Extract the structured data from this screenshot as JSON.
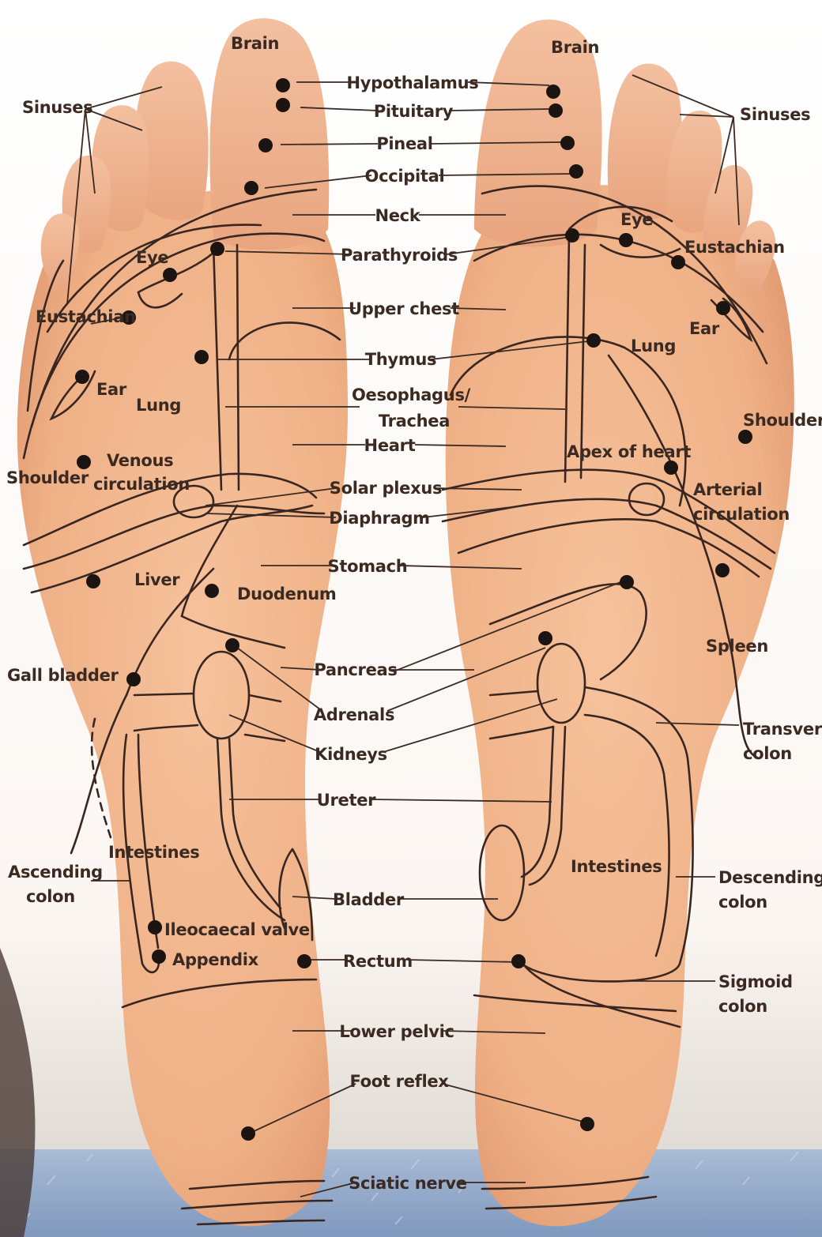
{
  "colors": {
    "skin": "#f2b48c",
    "skin_shadow": "#d98e66",
    "background": "#ffffff",
    "carpet": "#8ea7c8",
    "ink": "#3a2a22",
    "dot": "#1c1410"
  },
  "labels": {
    "brain_left": "Brain",
    "brain_right": "Brain",
    "sinuses_left": "Sinuses",
    "sinuses_right": "Sinuses",
    "hypothalamus": "Hypothalamus",
    "pituitary": "Pituitary",
    "pineal": "Pineal",
    "occipital": "Occipital",
    "neck": "Neck",
    "parathyroids": "Parathyroids",
    "eye_left": "Eye",
    "eye_right": "Eye",
    "eustachian_left": "Eustachian",
    "eustachian_right": "Eustachian",
    "ear_left": "Ear",
    "ear_right": "Ear",
    "upper_chest": "Upper chest",
    "lung_left": "Lung",
    "lung_right": "Lung",
    "thymus": "Thymus",
    "oesophagus_1": "Oesophagus/",
    "oesophagus_2": "Trachea",
    "heart": "Heart",
    "shoulder_left": "Shoulder",
    "shoulder_right": "Shoulder",
    "venous_1": "Venous",
    "venous_2": "circulation",
    "apex_of_heart": "Apex of heart",
    "solar_plexus": "Solar plexus",
    "diaphragm": "Diaphragm",
    "arterial_1": "Arterial",
    "arterial_2": "circulation",
    "liver": "Liver",
    "stomach": "Stomach",
    "duodenum": "Duodenum",
    "spleen": "Spleen",
    "gall_bladder": "Gall bladder",
    "pancreas": "Pancreas",
    "adrenals": "Adrenals",
    "transverse_1": "Transverse",
    "transverse_2": "colon",
    "kidneys": "Kidneys",
    "ureter": "Ureter",
    "intestines_left": "Intestines",
    "intestines_right": "Intestines",
    "ascending_1": "Ascending",
    "ascending_2": "colon",
    "descending_1": "Descending",
    "descending_2": "colon",
    "bladder": "Bladder",
    "ileocaecal_valve": "Ileocaecal valve",
    "appendix": "Appendix",
    "rectum": "Rectum",
    "sigmoid_1": "Sigmoid",
    "sigmoid_2": "colon",
    "lower_pelvic": "Lower pelvic",
    "foot_reflex": "Foot reflex",
    "sciatic_nerve": "Sciatic nerve"
  }
}
